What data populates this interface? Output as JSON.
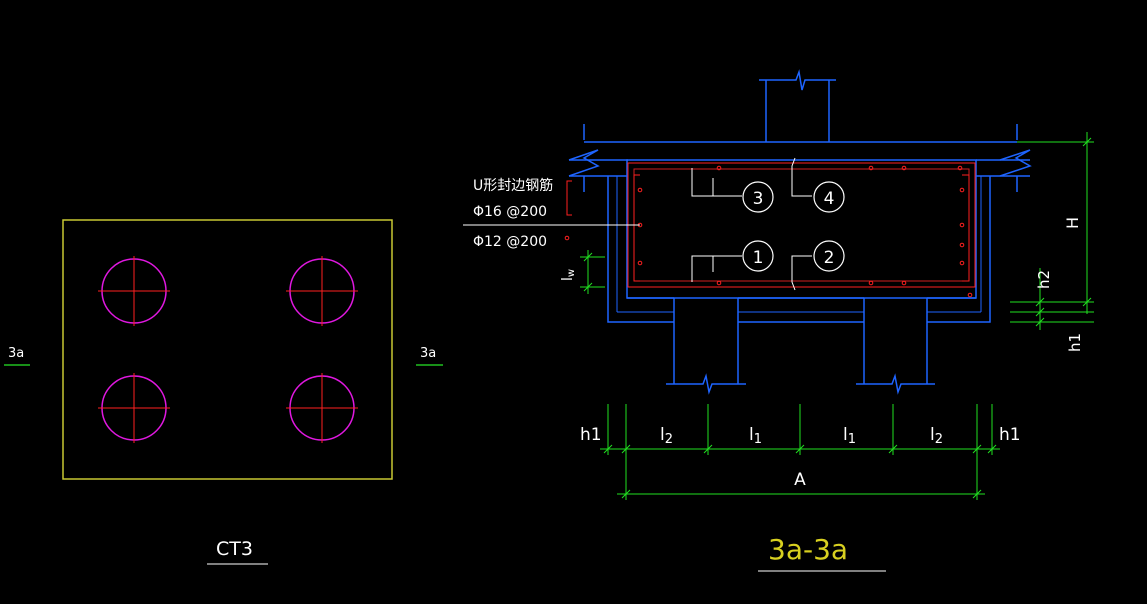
{
  "colors": {
    "background": "#000000",
    "pile_cap_outline": "#c8c832",
    "pile_circle": "#e018e0",
    "crosshair": "#ff2020",
    "concrete_outline": "#1e64ff",
    "rebar": "#ff2020",
    "rebar_stirrup": "#d02020",
    "dimension": "#20e020",
    "text_white": "#ffffff",
    "title_yellow": "#d8d020",
    "cut_line": "#20c020"
  },
  "plan": {
    "section_mark_left": "3a",
    "section_mark_right": "3a",
    "title": "CT3"
  },
  "section": {
    "title": "3a-3a",
    "callout": {
      "line1": "U形封边钢筋",
      "line2": "Φ16 @200",
      "line3": "Φ12 @200"
    },
    "rebar_numbers": [
      "1",
      "2",
      "3",
      "4"
    ],
    "dims": {
      "h1_left": "h1",
      "l2_left": "l",
      "l2_left_sub": "2",
      "l1_left": "l",
      "l1_left_sub": "1",
      "l1_right": "l",
      "l1_right_sub": "1",
      "l2_right": "l",
      "l2_right_sub": "2",
      "h1_right": "h1",
      "A": "A",
      "H": "H",
      "h2": "h2",
      "h1_vertical": "h1",
      "lw": "l",
      "lw_sub": "w"
    }
  }
}
